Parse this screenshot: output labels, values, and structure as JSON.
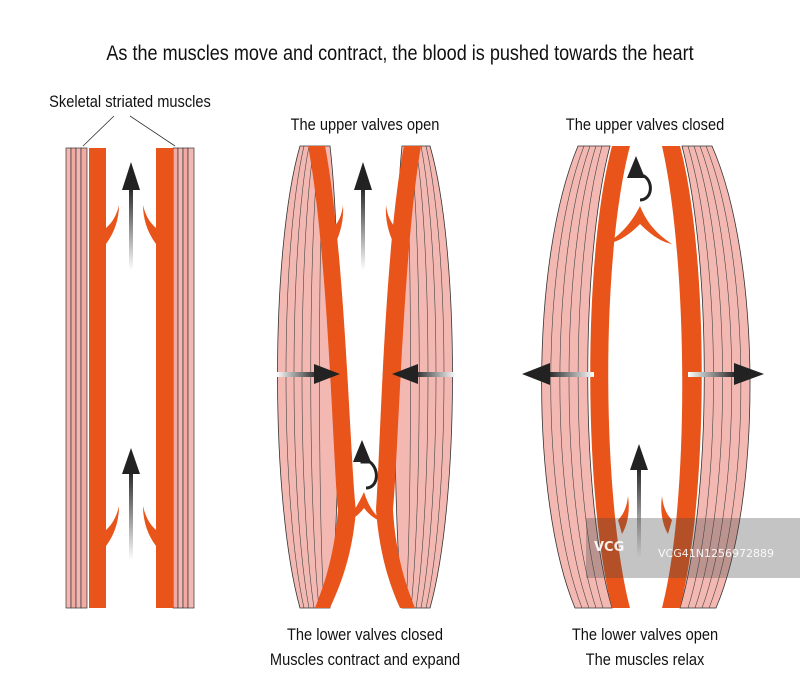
{
  "title": "As the muscles move and contract, the blood is pushed towards the heart",
  "label_skeletal": "Skeletal striated muscles",
  "panel2": {
    "top": "The upper valves open",
    "bottom1": "The lower valves closed",
    "bottom2": "Muscles contract and expand"
  },
  "panel3": {
    "top": "The upper valves closed",
    "bottom1": "The lower valves open",
    "bottom2": "The muscles relax"
  },
  "watermark": {
    "logo": "VCG",
    "text": "VCG41N1256972889"
  },
  "colors": {
    "vein": "#e8541a",
    "muscle": "#f4b8b2",
    "outline": "#222222"
  }
}
